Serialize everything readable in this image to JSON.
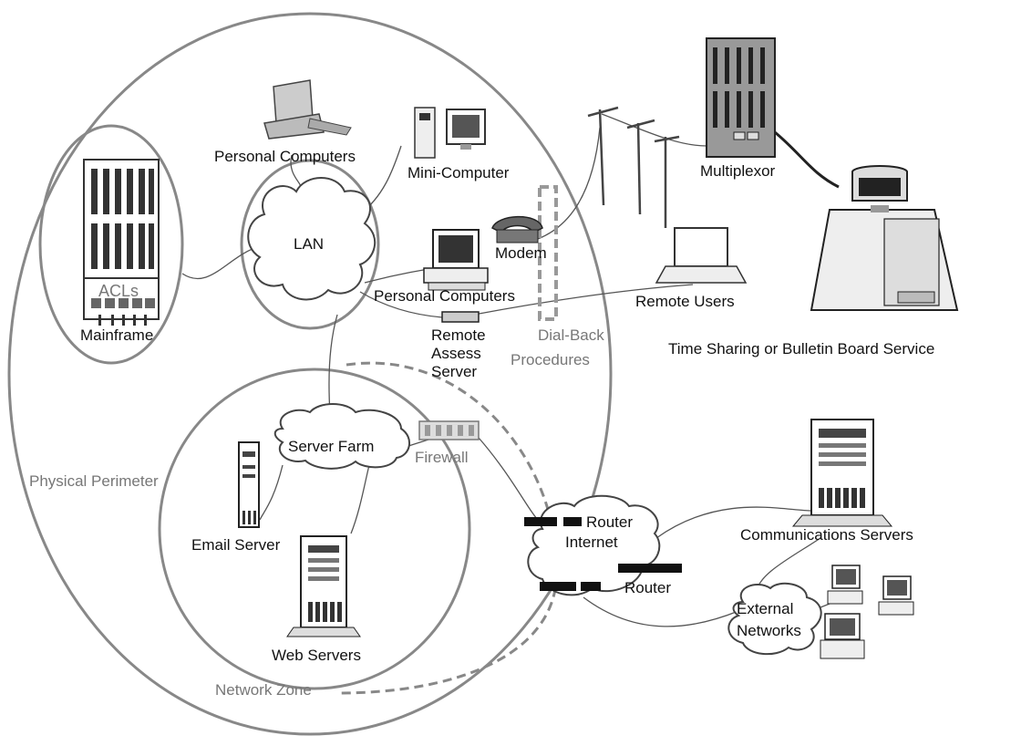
{
  "labels": {
    "personal_computers_top": "Personal Computers",
    "mini_computer": "Mini-Computer",
    "multiplexor": "Multiplexor",
    "lan": "LAN",
    "modem": "Modem",
    "acls": "ACLs",
    "personal_computers_mid": "Personal Computers",
    "remote_users": "Remote Users",
    "remote_assess_server_1": "Remote",
    "remote_assess_server_2": "Assess",
    "remote_assess_server_3": "Server",
    "dial_back_1": "Dial-Back",
    "dial_back_2": "Procedures",
    "time_sharing": "Time Sharing or Bulletin Board Service",
    "mainframe": "Mainframe",
    "server_farm": "Server Farm",
    "firewall": "Firewall",
    "physical_perimeter": "Physical Perimeter",
    "router_top": "Router",
    "internet": "Internet",
    "email_server": "Email Server",
    "communications_servers": "Communications Servers",
    "router_bottom": "Router",
    "external_networks_1": "External",
    "external_networks_2": "Networks",
    "web_servers": "Web Servers",
    "network_zone": "Network Zone"
  },
  "colors": {
    "line": "#555555",
    "perimeter": "#888888",
    "gray_text": "#777777",
    "device_fill": "#dddddd",
    "device_dark": "#333333"
  },
  "icons": [
    "mainframe-icon",
    "personal-computer-icon",
    "mini-computer-icon",
    "multiplexor-icon",
    "utility-pole-icon",
    "telephone-icon",
    "laptop-icon",
    "terminal-icon",
    "router-icon",
    "firewall-icon",
    "server-tower-icon",
    "cloud-icon"
  ]
}
